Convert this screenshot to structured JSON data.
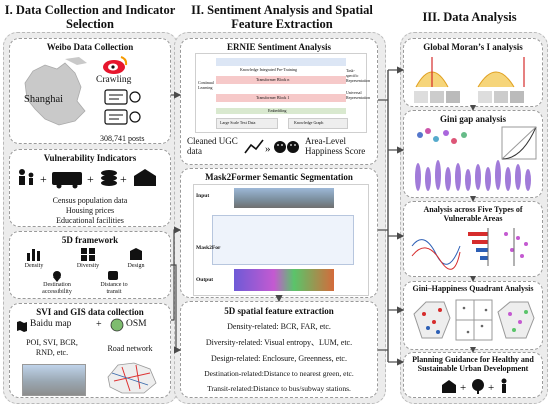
{
  "columns": {
    "c1": "I. Data Collection and Indicator Selection",
    "c2": "II. Sentiment Analysis and Spatial Feature Extraction",
    "c3": "III. Data Analysis"
  },
  "weibo": {
    "title": "Weibo Data Collection",
    "crawling": "Crawling",
    "city": "Shanghai",
    "posts": "308,741 posts"
  },
  "vulner": {
    "title": "Vulnerability Indicators",
    "items": [
      "Census population data",
      "Housing prices",
      "Educational facilities"
    ]
  },
  "fived": {
    "title": "5D framework",
    "items": [
      "Density",
      "Diversity",
      "Design",
      "Destination accessibility",
      "Distance to transit"
    ]
  },
  "svi": {
    "title": "SVI and GIS data collection",
    "baidu": "Baidu map",
    "osm": "OSM",
    "left": "POI, SVI, BCR, RND, etc.",
    "right": "Road network"
  },
  "ernie": {
    "title": "ERNIE Sentiment Analysis",
    "cleaned": "Cleaned UGC data",
    "score": "Area-Level Happiness Score",
    "arch": [
      "Knowledge Integrated Pre-Training",
      "Task-specific Representation",
      "Universal Representation",
      "Transformer Block 1",
      "Transformer Block n",
      "Large Scale Text Data",
      "Knowledge Graph",
      "Embedding",
      "Continual Learning"
    ]
  },
  "mask": {
    "title": "Mask2Former Semantic Segmentation",
    "labels": [
      "Input",
      "Mask2For",
      "Output"
    ]
  },
  "spatial": {
    "title": "5D spatial feature extraction",
    "items": [
      "Density-related: BCR, FAR, etc.",
      "Diversity-related: Visual entropy、LUM, etc.",
      "Design-related: Enclosure, Greenness, etc.",
      "Destination-related:Distance to nearest green, etc.",
      "Transit-related:Distance to bus/subway stations."
    ]
  },
  "analysis": [
    {
      "title": "Global Moran’s I analysis"
    },
    {
      "title": "Gini gap analysis"
    },
    {
      "title": "Analysis across Five Types of Vulnerable Areas"
    },
    {
      "title": "Gini–Happiness Quadrant Analysis"
    },
    {
      "title": "Planning Guidance for Healthy and Sustainable Urban Development"
    }
  ],
  "colors": {
    "panel": "#ececec",
    "arrow": "#4a4a4a",
    "red": "#d62c2c",
    "blue": "#2d5fb5",
    "orange": "#f0a030"
  }
}
